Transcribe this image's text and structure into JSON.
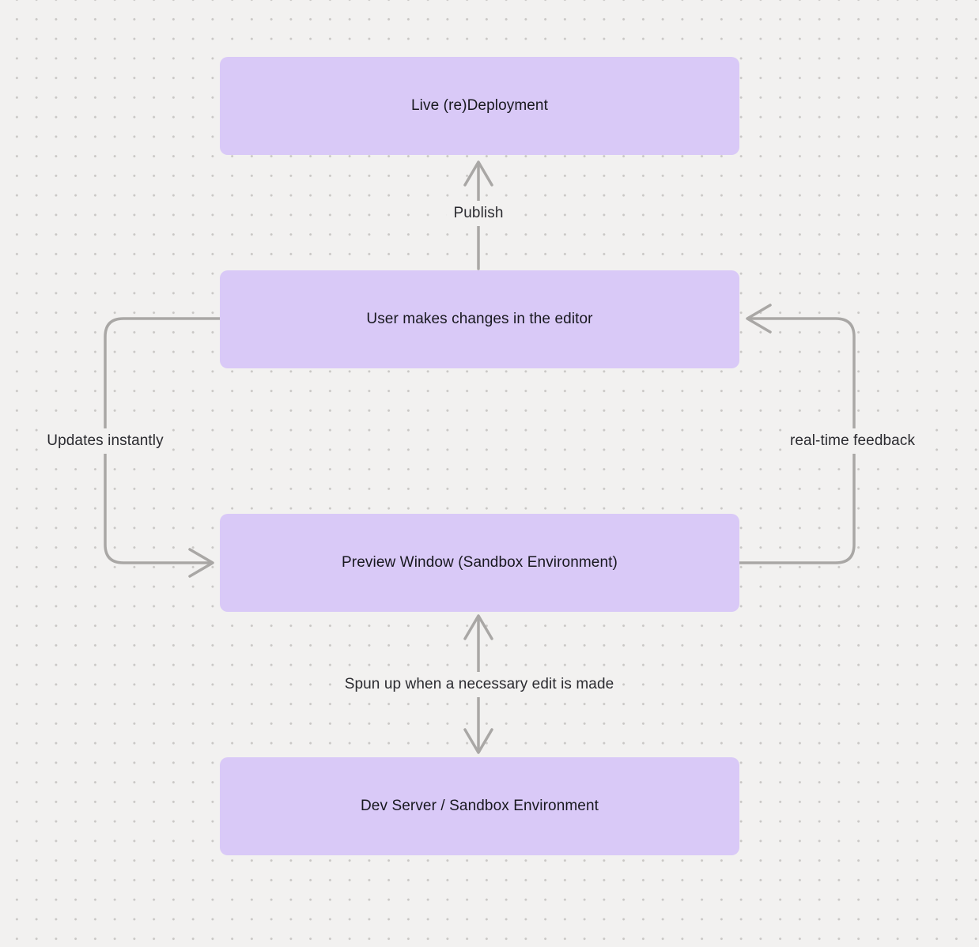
{
  "diagram": {
    "nodes": [
      {
        "id": "live-redeployment",
        "label": "Live (re)Deployment"
      },
      {
        "id": "user-changes",
        "label": "User makes changes in the editor"
      },
      {
        "id": "preview-window",
        "label": "Preview Window (Sandbox Environment)"
      },
      {
        "id": "dev-server",
        "label": "Dev Server / Sandbox Environment"
      }
    ],
    "edges": [
      {
        "id": "publish",
        "label": "Publish",
        "from": "user-changes",
        "to": "live-redeployment",
        "bidirectional": false
      },
      {
        "id": "updates-instantly",
        "label": "Updates instantly",
        "from": "user-changes",
        "to": "preview-window",
        "bidirectional": false
      },
      {
        "id": "real-time-feedback",
        "label": "real-time feedback",
        "from": "preview-window",
        "to": "user-changes",
        "bidirectional": false
      },
      {
        "id": "spun-up",
        "label": "Spun up when a necessary edit is made",
        "from": "dev-server",
        "to": "preview-window",
        "bidirectional": true
      }
    ],
    "colors": {
      "background": "#f2f1f0",
      "dot": "#c9c7c5",
      "node_fill": "#d9c9f7",
      "node_text": "#18181f",
      "arrow": "#a9a7a5",
      "label_text": "#2b2b30"
    }
  }
}
